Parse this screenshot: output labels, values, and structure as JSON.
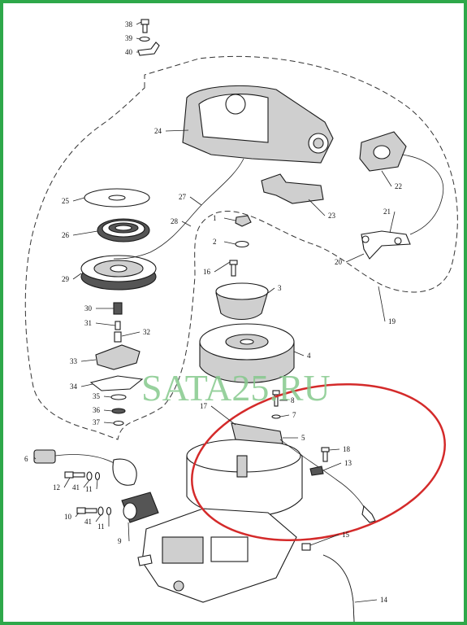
{
  "watermark": "SATA25.RU",
  "colors": {
    "border": "#2ea84a",
    "highlight": "#d42a2a",
    "watermark": "#86c98d"
  },
  "callouts": [
    {
      "n": "38"
    },
    {
      "n": "39"
    },
    {
      "n": "40"
    },
    {
      "n": "24"
    },
    {
      "n": "22"
    },
    {
      "n": "23"
    },
    {
      "n": "25"
    },
    {
      "n": "27"
    },
    {
      "n": "26"
    },
    {
      "n": "28"
    },
    {
      "n": "21"
    },
    {
      "n": "20"
    },
    {
      "n": "1"
    },
    {
      "n": "2"
    },
    {
      "n": "16"
    },
    {
      "n": "29"
    },
    {
      "n": "3"
    },
    {
      "n": "19"
    },
    {
      "n": "30"
    },
    {
      "n": "31"
    },
    {
      "n": "32"
    },
    {
      "n": "4"
    },
    {
      "n": "33"
    },
    {
      "n": "34"
    },
    {
      "n": "35"
    },
    {
      "n": "8"
    },
    {
      "n": "36"
    },
    {
      "n": "7"
    },
    {
      "n": "37"
    },
    {
      "n": "17"
    },
    {
      "n": "5"
    },
    {
      "n": "18"
    },
    {
      "n": "13"
    },
    {
      "n": "6"
    },
    {
      "n": "12"
    },
    {
      "n": "41"
    },
    {
      "n": "11"
    },
    {
      "n": "10"
    },
    {
      "n": "41"
    },
    {
      "n": "11"
    },
    {
      "n": "9"
    },
    {
      "n": "15"
    },
    {
      "n": "14"
    }
  ]
}
